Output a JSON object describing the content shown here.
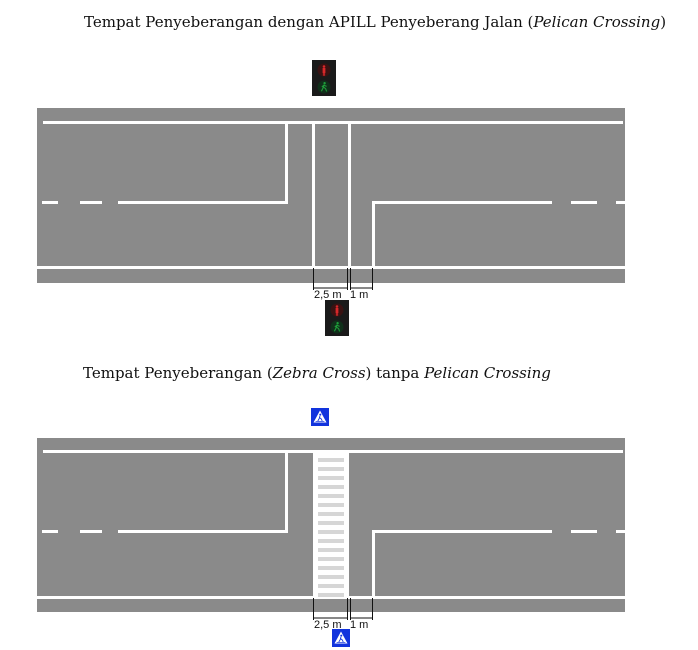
{
  "title_top": {
    "text_before": "Tempat Penyeberangan dengan APILL Penyeberang Jalan (",
    "italic": "Pelican Crossing",
    "text_after": ")"
  },
  "title_bottom": {
    "text_before": "Tempat Penyeberangan (",
    "italic1": "Zebra Cross",
    "text_mid": ") tanpa ",
    "italic2": "Pelican Crossing"
  },
  "dimensions": {
    "crossing_width": "2,5 m",
    "gap_width": "1 m"
  },
  "colors": {
    "road": "#8a8a8a",
    "marking": "#ffffff",
    "signal_housing": "#1a1a1a",
    "signal_red": "#d8282a",
    "signal_green": "#1f9d3a",
    "sign_blue": "#1133dd"
  },
  "icons": {
    "pedestrian_signal": "pedestrian-signal-icon",
    "crossing_sign": "pedestrian-crossing-sign-icon"
  }
}
